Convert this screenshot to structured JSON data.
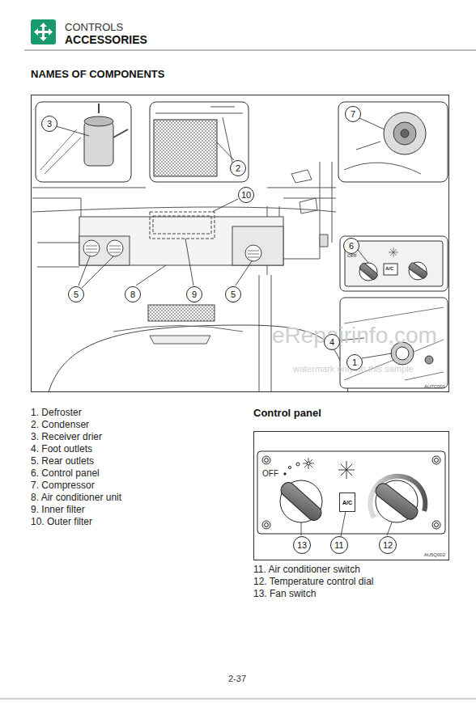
{
  "diagram": {
    "title": "ACCESSORIES",
    "nodes": [
      {
        "text": [
          "AU7C001"
        ]
      },
      {
        "text": [
          "3"
        ],
        "in": 0
      },
      {
        "text": [
          "7"
        ],
        "in": 0
      },
      {
        "text": [
          "2"
        ],
        "in": 0
      },
      {
        "text": [
          "10"
        ],
        "in": 0
      },
      {
        "text": [
          "6"
        ],
        "in": 0
      },
      {
        "text": [
          "5"
        ],
        "in": 0
      },
      {
        "text": [
          "8"
        ],
        "in": 0
      },
      {
        "text": [
          "9"
        ],
        "in": 0
      },
      {
        "text": [
          "5"
        ],
        "in": 0
      },
      {
        "text": [
          "4"
        ],
        "in": 0
      },
      {
        "text": [
          "1"
        ],
        "in": 0
      },
      {
        "text": [
          "AU5Q002"
        ]
      },
      {
        "text": [
          "A/C"
        ],
        "in": 12
      },
      {
        "text": [
          "13"
        ],
        "in": 12
      },
      {
        "text": [
          "11"
        ],
        "in": 12
      },
      {
        "text": [
          "12"
        ],
        "in": 12
      }
    ],
    "edges": [
      {
        "from": 15,
        "to": 13,
        "arrow": "none"
      }
    ],
    "labels": [
      "CONTROLS",
      "NAMES OF COMPONENTS",
      "OFF",
      "A/C",
      "eRepairinfo.com",
      "watermark only on this sample",
      "1. Defroster",
      "2. Condenser",
      "3. Receiver drier",
      "4. Foot outlets",
      "5. Rear outlets",
      "6. Control panel",
      "7. Compressor",
      "8. Air conditioner unit",
      "9. Inner filter",
      "10. Outer filter",
      "Control panel",
      "OFF",
      "11. Air conditioner switch",
      "12. Temperature control dial",
      "13. Fan switch",
      "2-37"
    ]
  }
}
